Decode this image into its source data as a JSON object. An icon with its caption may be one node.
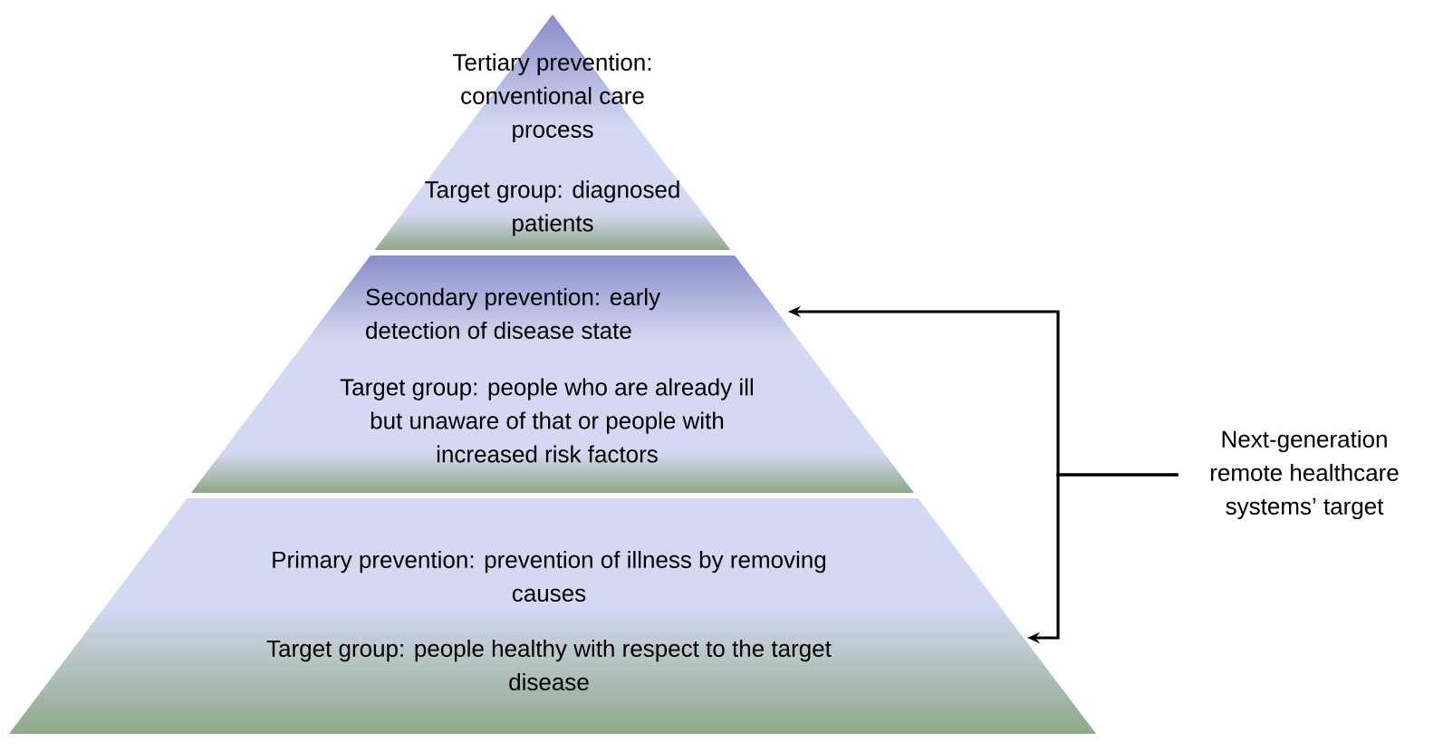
{
  "diagram": {
    "nodes": [
      {
        "text": [
          "Tertiary prevention: conventional care process",
          "Target group: diagnosed patients"
        ]
      },
      {
        "text": [
          "Secondary prevention: early detection of disease state",
          "Target group: people who are already ill but unaware of that or people with increased risk factors"
        ]
      },
      {
        "text": [
          "Primary prevention: prevention of illness by removing causes",
          "Target group: people healthy with respect to the target disease"
        ]
      },
      {
        "text": [
          "Next-generation remote healthcare systems’ target"
        ]
      }
    ],
    "edges": [
      {
        "from": 3,
        "to": 1,
        "arrow": "to"
      },
      {
        "from": 3,
        "to": 2,
        "arrow": "to"
      }
    ]
  }
}
